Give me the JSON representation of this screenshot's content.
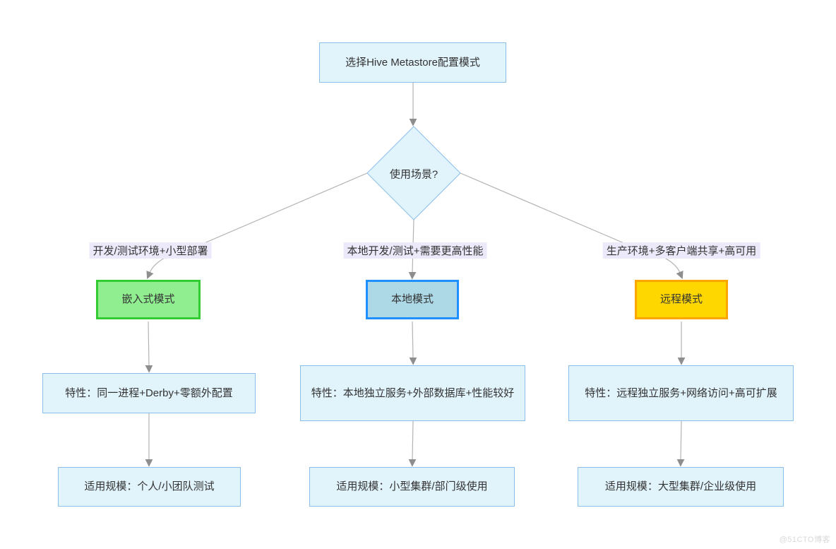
{
  "palette": {
    "node_fill": "#e1f3fb",
    "node_border": "#8cbeea",
    "edge_line": "#b3b3b3",
    "arrow_head": "#8e8e8e",
    "edge_label_bg": "#eceafa",
    "text": "#333333"
  },
  "diagram": {
    "title": "选择Hive Metastore配置模式",
    "decision": "使用场景?"
  },
  "branches": [
    {
      "edge_label": "开发/测试环境+小型部署",
      "mode": {
        "label": "嵌入式模式",
        "fill": "#90ee90",
        "border": "#33cc33"
      },
      "feature": "特性：同一进程+Derby+零额外配置",
      "scale": "适用规模：个人/小团队测试"
    },
    {
      "edge_label": "本地开发/测试+需要更高性能",
      "mode": {
        "label": "本地模式",
        "fill": "#add8e6",
        "border": "#1e90ff"
      },
      "feature": "特性：本地独立服务+外部数据库+性能较好",
      "scale": "适用规模：小型集群/部门级使用"
    },
    {
      "edge_label": "生产环境+多客户端共享+高可用",
      "mode": {
        "label": "远程模式",
        "fill": "#ffd700",
        "border": "#ffa500"
      },
      "feature": "特性：远程独立服务+网络访问+高可扩展",
      "scale": "适用规模：大型集群/企业级使用"
    }
  ],
  "watermark": "@51CTO博客"
}
